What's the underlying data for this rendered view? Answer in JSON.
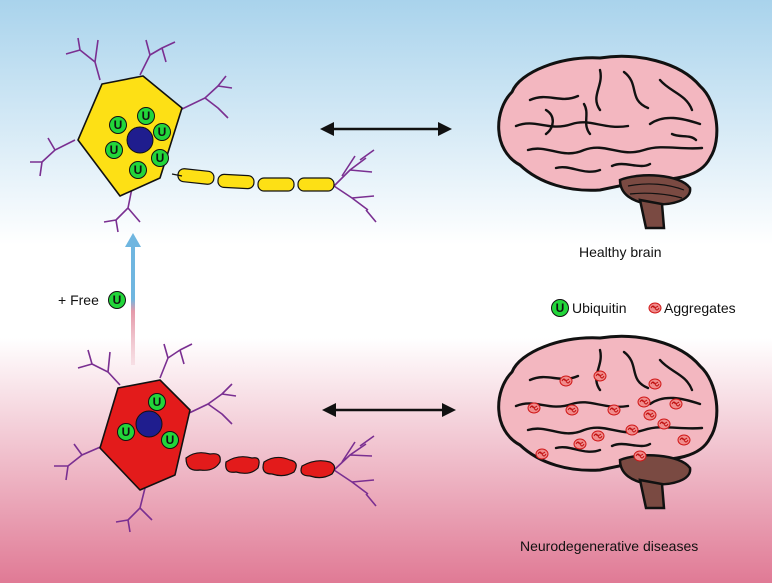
{
  "labels": {
    "healthy_brain": "Healthy brain",
    "disease_brain": "Neurodegenerative diseases",
    "free_u_prefix": "+ Free",
    "u_letter": "U"
  },
  "legend": {
    "ubiquitin": "Ubiquitin",
    "aggregates": "Aggregates"
  },
  "colors": {
    "healthy_bg": "#a9d3ec",
    "disease_bg": "#e07a95",
    "healthy_soma": "#fde015",
    "disease_soma": "#e31b1b",
    "nucleus": "#1f1d8e",
    "ubiquitin": "#22d63a",
    "dendrite": "#7a2f91",
    "brain": "#f3b7c0",
    "cerebellum": "#7a4a42",
    "arrow_up": "#6fb6e0",
    "arrow_base": "#e59aaa"
  }
}
